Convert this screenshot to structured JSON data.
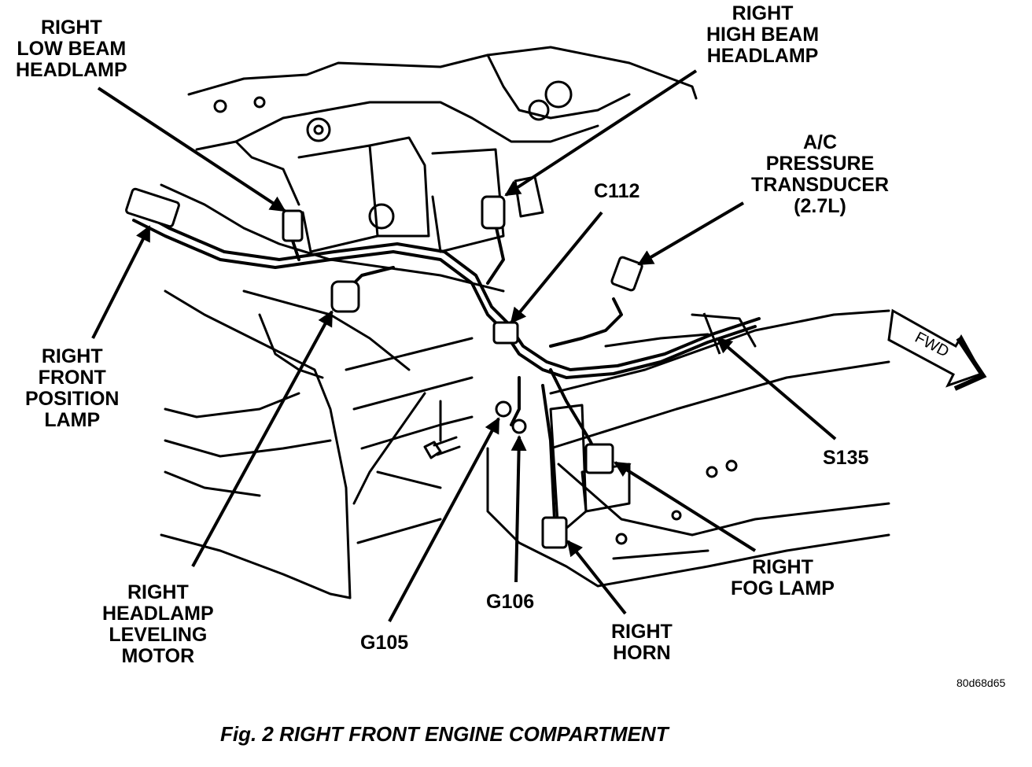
{
  "figure": {
    "caption": "Fig. 2 RIGHT FRONT ENGINE COMPARTMENT",
    "reference_code": "80d68d65",
    "direction_indicator": "FWD"
  },
  "callouts": [
    {
      "id": "right-low-beam-headlamp",
      "lines": [
        "RIGHT",
        "LOW BEAM",
        "HEADLAMP"
      ]
    },
    {
      "id": "right-high-beam-headlamp",
      "lines": [
        "RIGHT",
        "HIGH BEAM",
        "HEADLAMP"
      ]
    },
    {
      "id": "ac-pressure-transducer",
      "lines": [
        "A/C",
        "PRESSURE",
        "TRANSDUCER",
        "(2.7L)"
      ]
    },
    {
      "id": "c112",
      "lines": [
        "C112"
      ]
    },
    {
      "id": "right-front-position-lamp",
      "lines": [
        "RIGHT",
        "FRONT",
        "POSITION",
        "LAMP"
      ]
    },
    {
      "id": "right-headlamp-leveling-motor",
      "lines": [
        "RIGHT",
        "HEADLAMP",
        "LEVELING",
        "MOTOR"
      ]
    },
    {
      "id": "s135",
      "lines": [
        "S135"
      ]
    },
    {
      "id": "right-fog-lamp",
      "lines": [
        "RIGHT",
        "FOG LAMP"
      ]
    },
    {
      "id": "g106",
      "lines": [
        "G106"
      ]
    },
    {
      "id": "g105",
      "lines": [
        "G105"
      ]
    },
    {
      "id": "right-horn",
      "lines": [
        "RIGHT",
        "HORN"
      ]
    }
  ]
}
